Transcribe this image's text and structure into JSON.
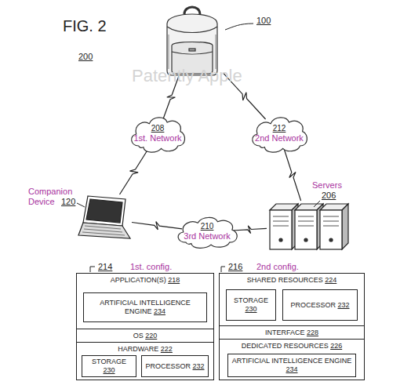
{
  "diagram": {
    "nodes": [
      {
        "text": [
          "100"
        ]
      },
      {
        "text": [
          "208",
          "1st. Network"
        ]
      },
      {
        "text": [
          "212",
          "2nd Network"
        ]
      },
      {
        "text": [
          "Companion Device",
          "120"
        ]
      },
      {
        "text": [
          "210",
          "3rd Network"
        ]
      },
      {
        "text": [
          "Servers",
          "206"
        ]
      },
      {
        "text": [
          "214",
          "1st. config."
        ]
      },
      {
        "text": [
          "APPLICATION(S) 218"
        ],
        "in": 6
      },
      {
        "text": [
          "ARTIFICIAL INTELLIGENCE ENGINE 234"
        ],
        "in": 7
      },
      {
        "text": [
          "OS 220"
        ],
        "in": 6
      },
      {
        "text": [
          "HARDWARE 222"
        ],
        "in": 6
      },
      {
        "text": [
          "STORAGE 230"
        ],
        "in": 10
      },
      {
        "text": [
          "PROCESSOR 232"
        ],
        "in": 10
      },
      {
        "text": [
          "216",
          "2nd config."
        ]
      },
      {
        "text": [
          "SHARED RESOURCES 224"
        ],
        "in": 13
      },
      {
        "text": [
          "STORAGE 230"
        ],
        "in": 14
      },
      {
        "text": [
          "PROCESSOR 232"
        ],
        "in": 14
      },
      {
        "text": [
          "INTERFACE 228"
        ],
        "in": 13
      },
      {
        "text": [
          "DEDICATED RESOURCES 226"
        ],
        "in": 13
      },
      {
        "text": [
          "ARTIFICIAL INTELLIGENCE ENGINE 234"
        ],
        "in": 18
      }
    ],
    "edges": [
      {
        "from": 0,
        "to": 1,
        "arrow": "none"
      },
      {
        "from": 1,
        "to": 3,
        "arrow": "none"
      },
      {
        "from": 0,
        "to": 2,
        "arrow": "none"
      },
      {
        "from": 2,
        "to": 5,
        "arrow": "none"
      },
      {
        "from": 3,
        "to": 4,
        "arrow": "none"
      },
      {
        "from": 4,
        "to": 5,
        "arrow": "none"
      }
    ],
    "labels": [
      "FIG. 2",
      "200",
      "Patently Apple"
    ]
  }
}
